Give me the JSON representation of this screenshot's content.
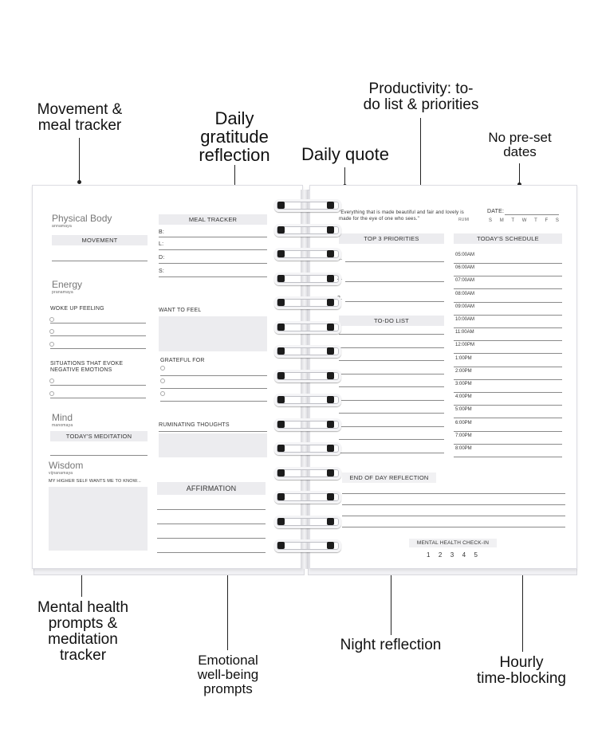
{
  "callouts": {
    "movement_meal": "Movement &\nmeal tracker",
    "gratitude": "Daily\ngratitude\nreflection",
    "quote": "Daily quote",
    "productivity": "Productivity: to-\ndo list & priorities",
    "no_dates": "No pre-set\ndates",
    "mental_health": "Mental health\nprompts &\nmeditation\ntracker",
    "emotional": "Emotional\nwell-being\nprompts",
    "night": "Night reflection",
    "hourly": "Hourly\ntime-blocking"
  },
  "left_page": {
    "physical_body": "Physical Body",
    "annamaya": "annamaya",
    "movement": "MOVEMENT",
    "energy": "Energy",
    "pranamaya": "pranamaya",
    "woke_up": "WOKE UP FEELING",
    "situations": "SITUATIONS THAT EVOKE\nNEGATIVE EMOTIONS",
    "mind": "Mind",
    "manomaya": "manomaya",
    "todays_meditation": "TODAY'S MEDITATION",
    "wisdom": "Wisdom",
    "vijnanamaya": "vijnanamaya",
    "higher_self": "MY HIGHER SELF WANTS ME TO KNOW...",
    "meal_tracker": "MEAL TRACKER",
    "meal_b": "B:",
    "meal_l": "L:",
    "meal_d": "D:",
    "meal_s": "S:",
    "want_to_feel": "WANT TO FEEL",
    "grateful_for": "GRATEFUL FOR",
    "ruminating": "RUMINATING THOUGHTS",
    "affirmation": "AFFIRMATION"
  },
  "right_page": {
    "quote": "\"Everything that is made beautiful and fair and lovely is\nmade for the eye of one who sees.\"",
    "quote_author": "RUMI",
    "date_label": "DATE:",
    "weekdays": [
      "S",
      "M",
      "T",
      "W",
      "T",
      "F",
      "S"
    ],
    "top3": "TOP 3 PRIORITIES",
    "priority_nums": [
      "1.",
      "2.",
      "3."
    ],
    "todo": "TO-DO LIST",
    "schedule": "TODAY'S SCHEDULE",
    "times": [
      "05:00AM",
      "06:00AM",
      "07:00AM",
      "08:00AM",
      "09:00AM",
      "10:00AM",
      "11:00AM",
      "12:00PM",
      "1:00PM",
      "2:00PM",
      "3:00PM",
      "4:00PM",
      "5:00PM",
      "6:00PM",
      "7:00PM",
      "8:00PM"
    ],
    "end_of_day": "END OF DAY REFLECTION",
    "checkin": "MENTAL HEALTH CHECK-IN",
    "scale": [
      "1",
      "2",
      "3",
      "4",
      "5"
    ]
  }
}
